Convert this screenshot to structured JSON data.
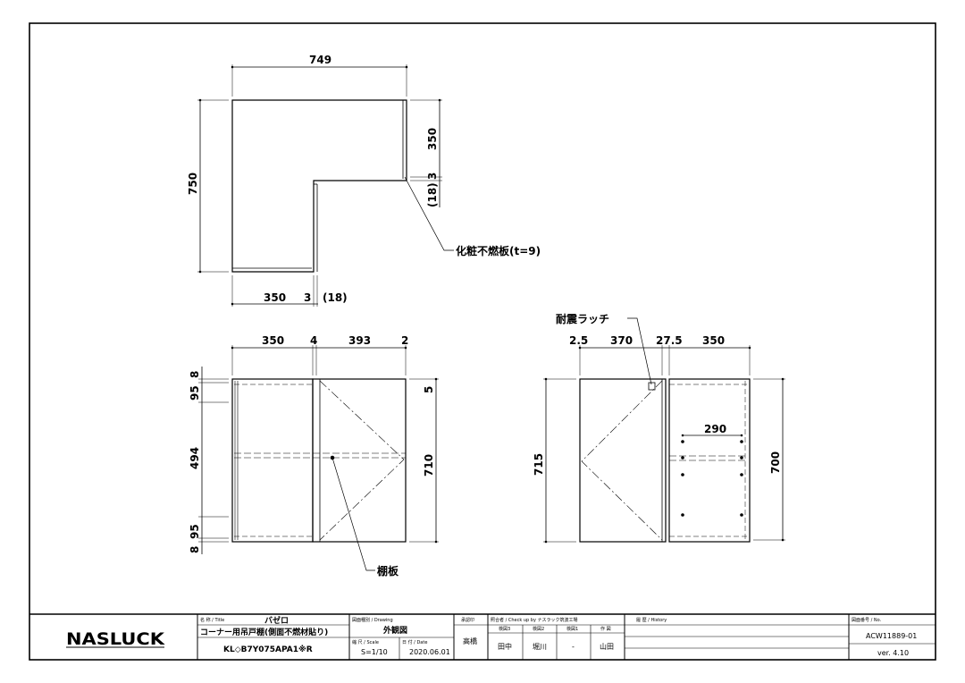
{
  "plan_view": {
    "dim_width": "749",
    "dim_height": "750",
    "dim_right_upper": "350",
    "dim_right_mid": "3",
    "dim_right_paren": "(18)",
    "dim_bottom_a": "350",
    "dim_bottom_b": "3",
    "dim_bottom_paren": "(18)",
    "callout_panel": "化粧不燃板(t=9)"
  },
  "front_view": {
    "top_dims": [
      "350",
      "4",
      "393",
      "2"
    ],
    "left_dims": [
      "8",
      "95",
      "494",
      "95",
      "8"
    ],
    "right_dims": [
      "5",
      "710"
    ],
    "callout_shelf": "棚板"
  },
  "inside_view": {
    "callout_latch": "耐震ラッチ",
    "top_dims": [
      "2.5",
      "370",
      "27.5",
      "350"
    ],
    "left_dim": "715",
    "right_dim": "700",
    "inner_dim": "290"
  },
  "title_block": {
    "logo": "NASLUCK",
    "title_label": "名 称 / Title",
    "title_value": "バゼロ",
    "product_name": "コーナー用吊戸棚(側面不燃材貼り)",
    "model_code": "KL◇B7Y075APA1※R",
    "drawing_label": "図面種別 / Drawing",
    "drawing_type": "外観図",
    "scale_label": "縮 尺 / Scale",
    "scale_value": "S=1/10",
    "date_label": "日 付 / Date",
    "date_value": "2020.06.01",
    "approve_label": "承認印",
    "approver": "高橋",
    "check_label": "照合者 / Check up by ナスラック筑波工場",
    "check_cols": [
      "検図3",
      "検図2",
      "検図1",
      "作 図"
    ],
    "check_names": [
      "田中",
      "堀川",
      "-",
      "山田"
    ],
    "history_label": "履 歴 / History",
    "number_label": "図面番号 / No.",
    "drawing_number": "ACW11889-01",
    "version": "ver. 4.10"
  }
}
